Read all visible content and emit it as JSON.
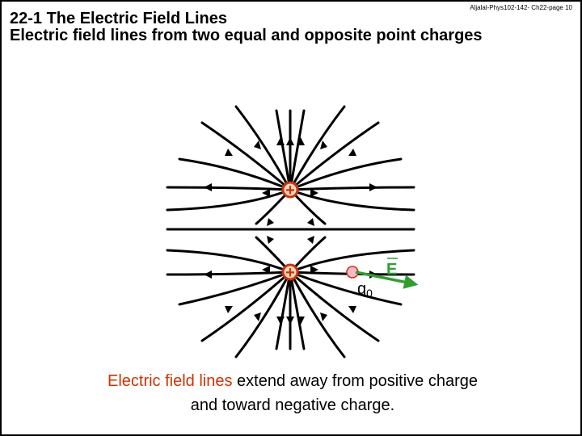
{
  "slide": {
    "header_ref": "Aljalal-Phys102-142- Ch22-page 10",
    "title": "22-1 The Electric Field Lines",
    "subtitle": "Electric field lines from two equal and opposite point charges",
    "caption": {
      "highlight": "Electric field lines",
      "rest_line1": " extend away from positive charge",
      "line2": "and toward negative charge."
    }
  },
  "diagram": {
    "charge_top_sign": "+",
    "charge_bottom_sign": "+",
    "test_charge_label": "q",
    "test_charge_subscript": "0",
    "field_vector_label": "E",
    "colors": {
      "field_line": "#000000",
      "charge_fill": "#f5d9c6",
      "charge_stroke": "#cc3300",
      "test_charge_fill": "#f7b8d0",
      "field_vector": "#2e9e2e"
    }
  }
}
